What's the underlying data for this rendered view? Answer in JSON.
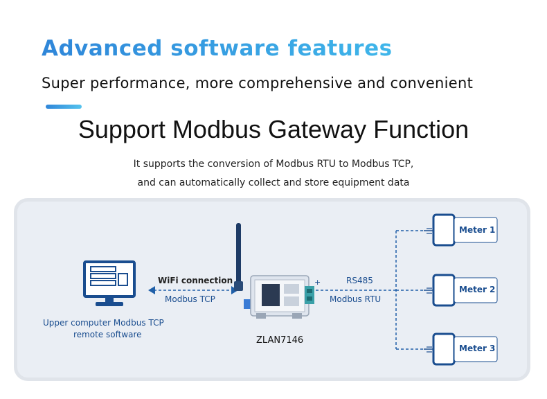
{
  "header": {
    "title": "Advanced software features",
    "subtitle": "Super performance, more comprehensive and convenient"
  },
  "section": {
    "title": "Support Modbus Gateway Function",
    "desc_line1": "It supports the conversion of Modbus RTU to Modbus TCP,",
    "desc_line2": "and can automatically collect and store equipment data"
  },
  "diagram": {
    "computer_label_line1": "Upper computer Modbus TCP",
    "computer_label_line2": "remote software",
    "left_link_top": "WiFi connection",
    "left_link_bottom": "Modbus TCP",
    "gateway_name": "ZLAN7146",
    "right_link_top": "RS485",
    "right_link_bottom": "Modbus RTU",
    "meters": [
      "Meter 1",
      "Meter 2",
      "Meter 3"
    ],
    "plus_sign": "+",
    "colors": {
      "accent": "#2f86d9",
      "line": "#1f5fa8",
      "panel": "#eaeef4",
      "device": "#1a4d8f"
    }
  }
}
